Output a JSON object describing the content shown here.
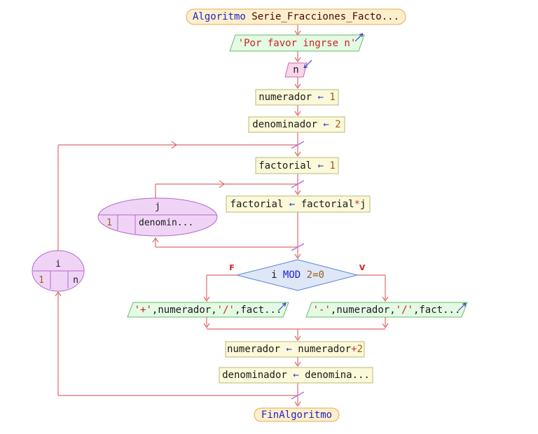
{
  "flowchart": {
    "start": {
      "keyword": "Algoritmo ",
      "name": "Serie_Fracciones_Facto..."
    },
    "write_prompt": {
      "text": "'Por favor ingrse n'"
    },
    "read_n": {
      "var": "n"
    },
    "assign_numerador": {
      "lhs": "numerador ",
      "assign": "← ",
      "rhs": "1"
    },
    "assign_denominador": {
      "lhs": "denominador ",
      "assign": "← ",
      "rhs": "2"
    },
    "assign_factorial": {
      "lhs": "factorial ",
      "assign": "← ",
      "rhs": "1"
    },
    "assign_factorial_mult": {
      "lhs": "factorial ",
      "assign": "← ",
      "rhs_var": "factorial",
      "operator": "*",
      "rhs_var2": "j"
    },
    "loop_j": {
      "var": "j",
      "from": "1",
      "to": "denomin..."
    },
    "loop_i": {
      "var": "i",
      "from": "1",
      "to": "n"
    },
    "decision": {
      "var": "i ",
      "keyword": "MOD ",
      "expr": "2=0",
      "false_label": "F",
      "true_label": "V"
    },
    "write_plus": {
      "q1": "'+'",
      "t1": ",numerador,",
      "q2": "'/'",
      "t2": ",fact..."
    },
    "write_minus": {
      "q1": "'-'",
      "t1": ",numerador,",
      "q2": "'/'",
      "t2": ",fact..."
    },
    "assign_numerador_inc": {
      "lhs": "numerador ",
      "assign": "← ",
      "rhs_var": "numerador",
      "operator": "+",
      "rhs_num": "2"
    },
    "assign_denominador_upd": {
      "lhs": "denominador ",
      "assign": "← ",
      "rhs": "denomina..."
    },
    "end": {
      "label": "FinAlgoritmo"
    }
  },
  "palette": {
    "flow_line": "#e06a6a",
    "junction_slash": "#b56be0",
    "io_arrow": "#4444cc",
    "terminal_fill": "#fcefcb",
    "terminal_border": "#e8aa54",
    "process_fill": "#fbf9d9",
    "process_border": "#b9b97b",
    "loop_fill": "#f0d4f6",
    "loop_border": "#b468c8",
    "decision_fill": "#dde7f8",
    "decision_border": "#5c7fd6",
    "output_fill": "#e3fae3",
    "output_border": "#66bb66",
    "input_fill": "#fad5ea",
    "input_border": "#cc66aa"
  }
}
